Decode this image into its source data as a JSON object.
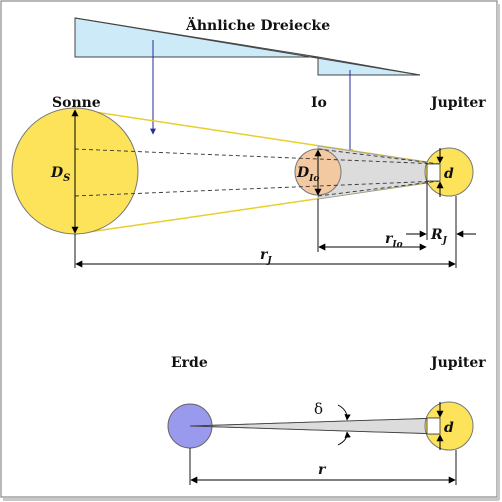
{
  "title": "Ähnliche Dreiecke",
  "top": {
    "sun_label": "Sonne",
    "io_label": "Io",
    "jupiter_label": "Jupiter",
    "ds_main": "D",
    "ds_sub": "S",
    "dio_main": "D",
    "dio_sub": "Io",
    "d_label": "d",
    "rio_main": "r",
    "rio_sub": "Io",
    "rj_main": "R",
    "rj_sub": "J",
    "rJ_main": "r",
    "rJ_sub": "J"
  },
  "bottom": {
    "earth_label": "Erde",
    "jupiter_label": "Jupiter",
    "delta_label": "δ",
    "d_label": "d",
    "r_label": "r"
  },
  "colors": {
    "sun": "#fde35a",
    "jupiter": "#fde35a",
    "io": "#f2c9a0",
    "earth": "#9999ee",
    "triangle": "#cdeaf8",
    "shadow_cone": "#dcdcdc",
    "sun_cone": "#e9cf2a",
    "pointer": "#2a2a9a"
  }
}
